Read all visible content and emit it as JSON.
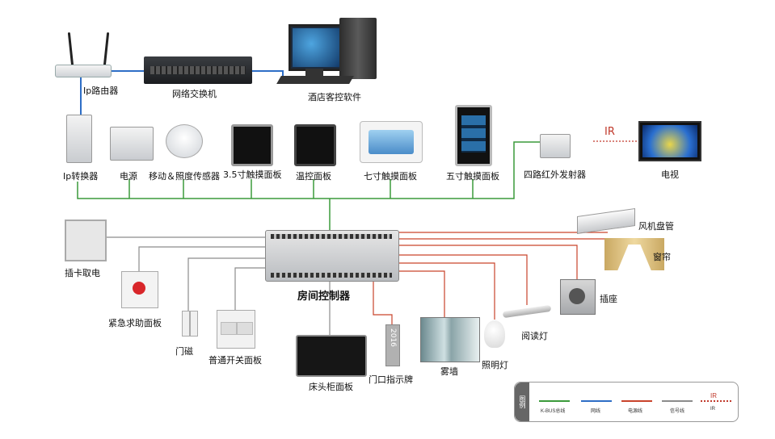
{
  "colors": {
    "kbus": "#3a9a3a",
    "network": "#2e6ec6",
    "power": "#c9432b",
    "signal": "#8c8c8c",
    "ir": "#c0392b"
  },
  "labels": {
    "router": "Ip路由器",
    "switch": "网络交换机",
    "software": "酒店客控软件",
    "ip_converter": "Ip转换器",
    "power": "电源",
    "sensor": "移动＆照度传感器",
    "touch35": "3.5寸触摸面板",
    "thermo": "温控面板",
    "touch7": "七寸触摸面板",
    "touch5": "五寸触摸面板",
    "ir_emitter": "四路红外发射器",
    "tv": "电视",
    "ir_mark": "IR",
    "card_switch": "插卡取电",
    "sos": "紧急求助面板",
    "door_sensor": "门磁",
    "normal_switch": "普通开关面板",
    "controller": "房间控制器",
    "bedside": "床头柜面板",
    "door_sign": "门口指示牌",
    "door_sign_text": "2016",
    "fog_glass": "雾墙",
    "lighting": "照明灯",
    "reading_lamp": "阅读灯",
    "socket": "插座",
    "curtain": "窗帘",
    "fan_coil": "风机盘管"
  },
  "legend": {
    "title": "图例",
    "items": [
      {
        "label": "K-BUS总线"
      },
      {
        "label": "网线"
      },
      {
        "label": "电源线"
      },
      {
        "label": "信号线"
      },
      {
        "label": "IR"
      }
    ]
  }
}
